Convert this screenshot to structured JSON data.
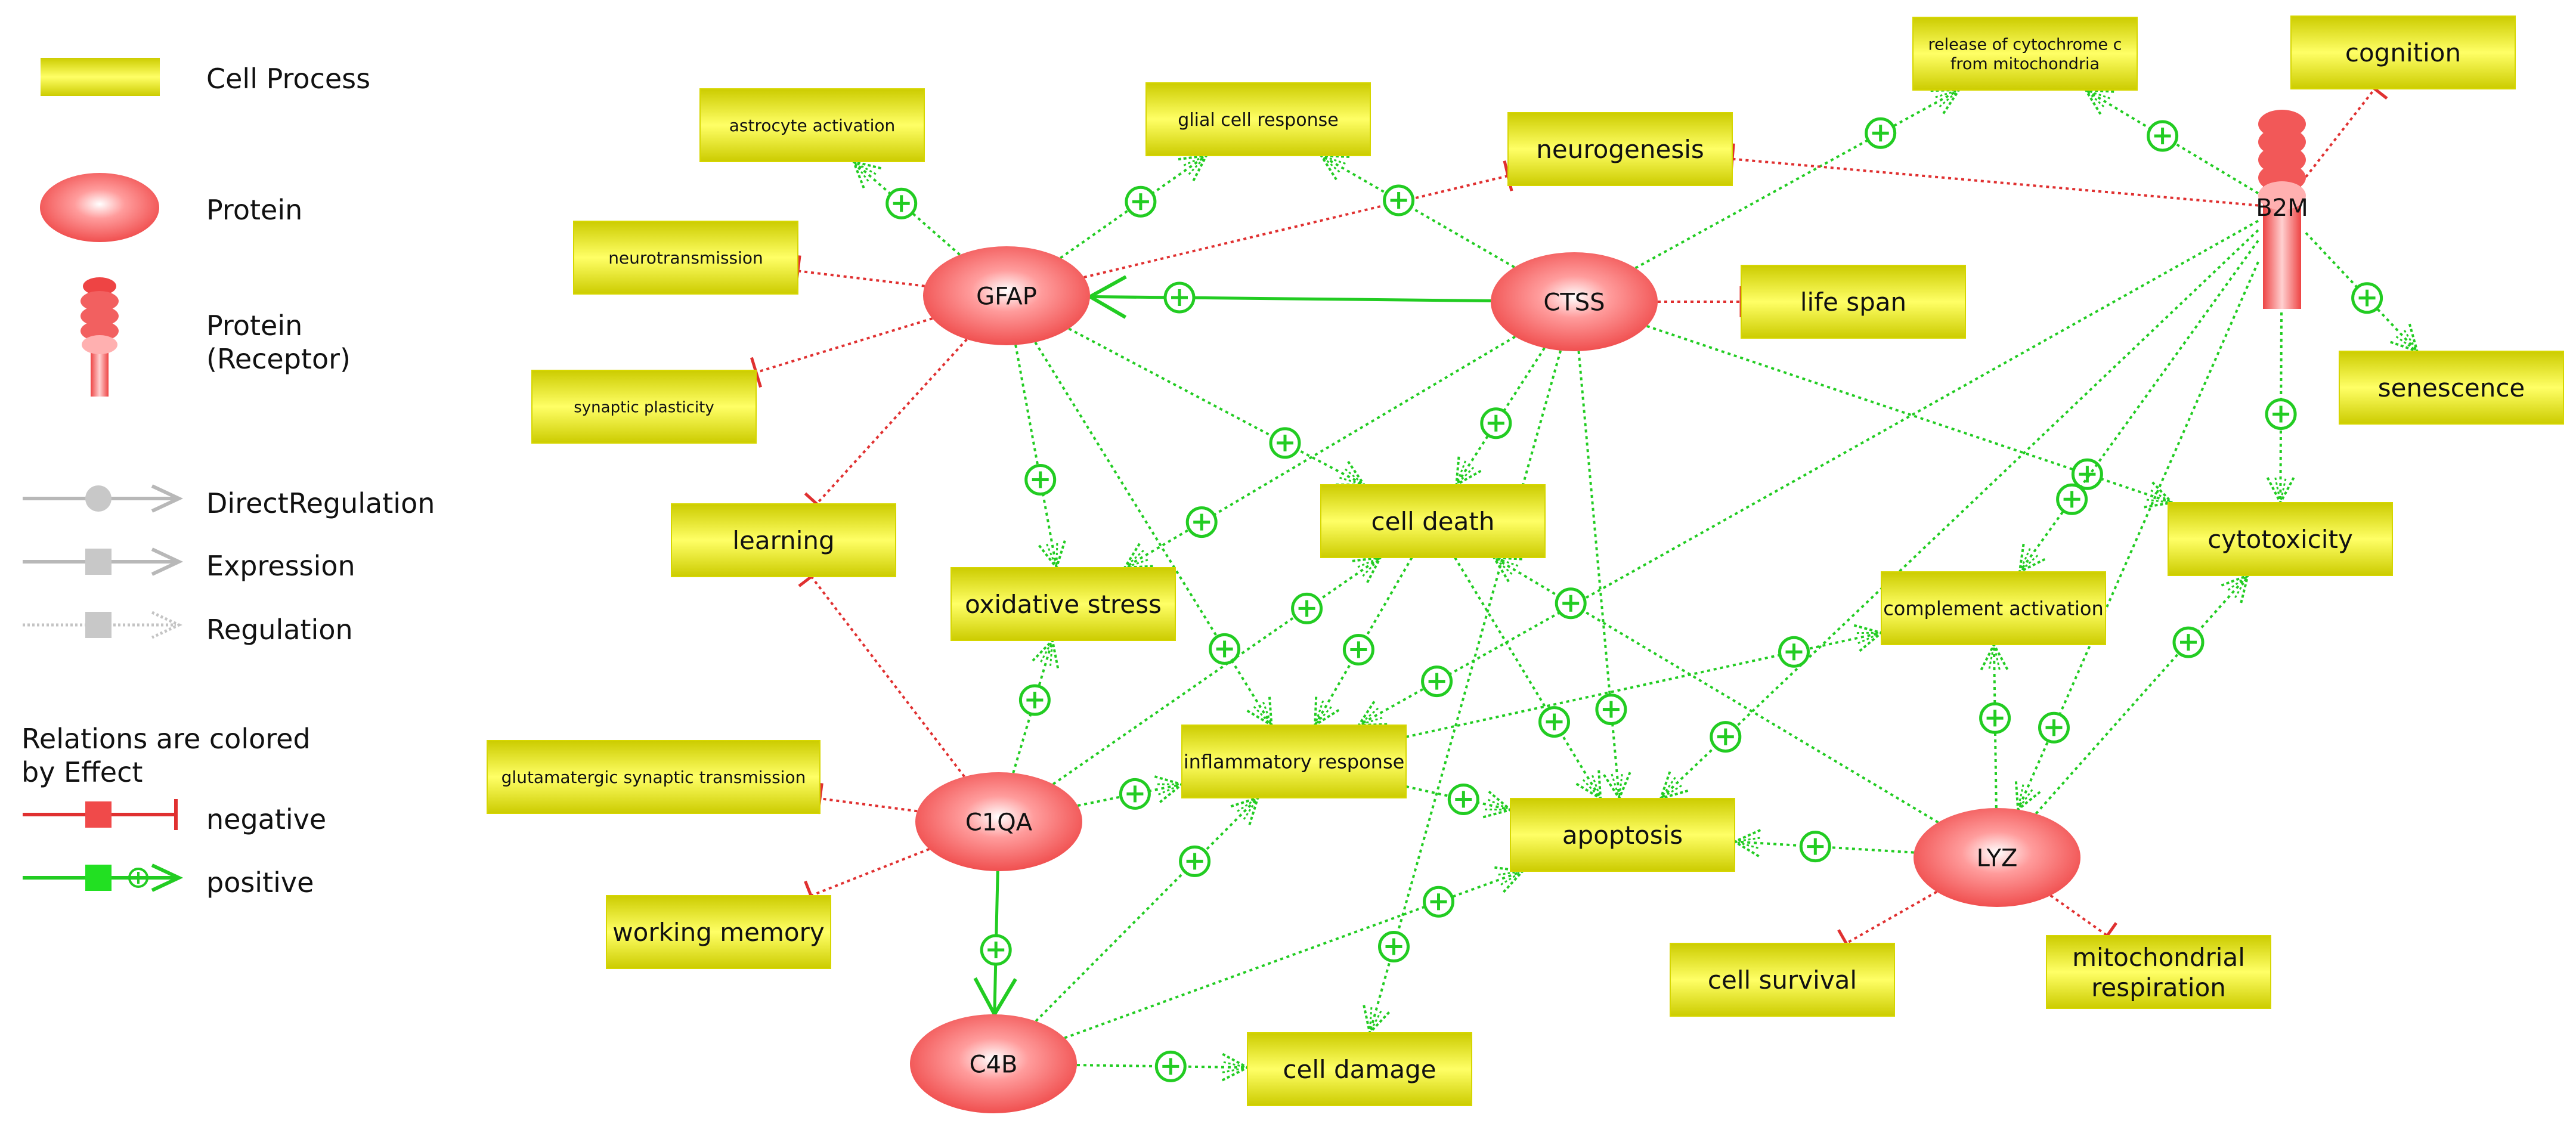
{
  "legend": {
    "cell_process": "Cell Process",
    "protein": "Protein",
    "receptor": [
      "Protein",
      "(Receptor)"
    ],
    "direct_regulation": "DirectRegulation",
    "expression": "Expression",
    "regulation": "Regulation",
    "colored_by": [
      "Relations are colored",
      "by Effect"
    ],
    "negative": "negative",
    "positive": "positive"
  },
  "colors": {
    "positive": "#22cc22",
    "negative": "#e03030",
    "box_fill": "#e6e600",
    "protein_fill": "#f04a4a",
    "legend_gray": "#b8b8b8"
  },
  "nodes": [
    {
      "id": "GFAP",
      "label": "GFAP",
      "kind": "protein"
    },
    {
      "id": "CTSS",
      "label": "CTSS",
      "kind": "protein"
    },
    {
      "id": "C1QA",
      "label": "C1QA",
      "kind": "protein"
    },
    {
      "id": "C4B",
      "label": "C4B",
      "kind": "protein"
    },
    {
      "id": "LYZ",
      "label": "LYZ",
      "kind": "protein"
    },
    {
      "id": "B2M",
      "label": "B2M",
      "kind": "receptor"
    },
    {
      "id": "astro",
      "label": [
        "astrocyte activation"
      ],
      "kind": "process"
    },
    {
      "id": "glial",
      "label": [
        "glial cell response"
      ],
      "kind": "process"
    },
    {
      "id": "neurogenesis",
      "label": [
        "neurogenesis"
      ],
      "kind": "process"
    },
    {
      "id": "release",
      "label": [
        "release of cytochrome c",
        "from mitochondria"
      ],
      "kind": "process"
    },
    {
      "id": "cognition",
      "label": [
        "cognition"
      ],
      "kind": "process"
    },
    {
      "id": "neurotrans",
      "label": [
        "neurotransmission"
      ],
      "kind": "process"
    },
    {
      "id": "lifespan",
      "label": [
        "life span"
      ],
      "kind": "process"
    },
    {
      "id": "synaptic",
      "label": [
        "synaptic plasticity"
      ],
      "kind": "process"
    },
    {
      "id": "senescence",
      "label": [
        "senescence"
      ],
      "kind": "process"
    },
    {
      "id": "learning",
      "label": [
        "learning"
      ],
      "kind": "process"
    },
    {
      "id": "celldeath",
      "label": [
        "cell death"
      ],
      "kind": "process"
    },
    {
      "id": "cytotox",
      "label": [
        "cytotoxicity"
      ],
      "kind": "process"
    },
    {
      "id": "oxstress",
      "label": [
        "oxidative stress"
      ],
      "kind": "process"
    },
    {
      "id": "complement",
      "label": [
        "complement activation"
      ],
      "kind": "process"
    },
    {
      "id": "glutamatergic",
      "label": [
        "glutamatergic synaptic transmission"
      ],
      "kind": "process"
    },
    {
      "id": "inflam",
      "label": [
        "inflammatory response"
      ],
      "kind": "process"
    },
    {
      "id": "apoptosis",
      "label": [
        "apoptosis"
      ],
      "kind": "process"
    },
    {
      "id": "workmem",
      "label": [
        "working memory"
      ],
      "kind": "process"
    },
    {
      "id": "cellsurv",
      "label": [
        "cell survival"
      ],
      "kind": "process"
    },
    {
      "id": "mitoresp",
      "label": [
        "mitochondrial",
        "respiration"
      ],
      "kind": "process"
    },
    {
      "id": "celldamage",
      "label": [
        "cell damage"
      ],
      "kind": "process"
    }
  ],
  "edges": [
    {
      "from": "GFAP",
      "to": "astro",
      "effect": "positive"
    },
    {
      "from": "GFAP",
      "to": "glial",
      "effect": "positive"
    },
    {
      "from": "GFAP",
      "to": "neurogenesis",
      "effect": "negative"
    },
    {
      "from": "GFAP",
      "to": "neurotrans",
      "effect": "negative"
    },
    {
      "from": "GFAP",
      "to": "synaptic",
      "effect": "negative"
    },
    {
      "from": "GFAP",
      "to": "learning",
      "effect": "negative"
    },
    {
      "from": "GFAP",
      "to": "oxstress",
      "effect": "positive"
    },
    {
      "from": "GFAP",
      "to": "celldeath",
      "effect": "positive"
    },
    {
      "from": "GFAP",
      "to": "inflam",
      "effect": "positive"
    },
    {
      "from": "CTSS",
      "to": "GFAP",
      "effect": "positive",
      "type": "direct"
    },
    {
      "from": "CTSS",
      "to": "glial",
      "effect": "positive"
    },
    {
      "from": "CTSS",
      "to": "release",
      "effect": "positive"
    },
    {
      "from": "CTSS",
      "to": "lifespan",
      "effect": "negative"
    },
    {
      "from": "CTSS",
      "to": "celldeath",
      "effect": "positive"
    },
    {
      "from": "CTSS",
      "to": "oxstress",
      "effect": "positive"
    },
    {
      "from": "CTSS",
      "to": "cytotox",
      "effect": "positive"
    },
    {
      "from": "CTSS",
      "to": "apoptosis",
      "effect": "positive"
    },
    {
      "from": "CTSS",
      "to": "celldamage",
      "effect": "positive"
    },
    {
      "from": "B2M",
      "to": "release",
      "effect": "positive"
    },
    {
      "from": "B2M",
      "to": "cognition",
      "effect": "negative"
    },
    {
      "from": "B2M",
      "to": "neurogenesis",
      "effect": "negative"
    },
    {
      "from": "B2M",
      "to": "senescence",
      "effect": "positive"
    },
    {
      "from": "B2M",
      "to": "cytotox",
      "effect": "positive"
    },
    {
      "from": "B2M",
      "to": "complement",
      "effect": "positive"
    },
    {
      "from": "B2M",
      "to": "inflam",
      "effect": "positive"
    },
    {
      "from": "B2M",
      "to": "apoptosis",
      "effect": "positive"
    },
    {
      "from": "B2M",
      "to": "LYZ",
      "effect": "positive"
    },
    {
      "from": "C1QA",
      "to": "oxstress",
      "effect": "positive"
    },
    {
      "from": "C1QA",
      "to": "learning",
      "effect": "negative"
    },
    {
      "from": "C1QA",
      "to": "glutamatergic",
      "effect": "negative"
    },
    {
      "from": "C1QA",
      "to": "workmem",
      "effect": "negative"
    },
    {
      "from": "C1QA",
      "to": "inflam",
      "effect": "positive"
    },
    {
      "from": "C1QA",
      "to": "celldeath",
      "effect": "positive"
    },
    {
      "from": "C1QA",
      "to": "C4B",
      "effect": "positive",
      "type": "direct"
    },
    {
      "from": "C4B",
      "to": "inflam",
      "effect": "positive"
    },
    {
      "from": "C4B",
      "to": "apoptosis",
      "effect": "positive"
    },
    {
      "from": "C4B",
      "to": "celldamage",
      "effect": "positive"
    },
    {
      "from": "inflam",
      "to": "apoptosis",
      "effect": "positive"
    },
    {
      "from": "inflam",
      "to": "complement",
      "effect": "positive"
    },
    {
      "from": "celldeath",
      "to": "inflam",
      "effect": "positive"
    },
    {
      "from": "celldeath",
      "to": "apoptosis",
      "effect": "positive"
    },
    {
      "from": "LYZ",
      "to": "apoptosis",
      "effect": "positive"
    },
    {
      "from": "LYZ",
      "to": "complement",
      "effect": "positive"
    },
    {
      "from": "LYZ",
      "to": "cytotox",
      "effect": "positive"
    },
    {
      "from": "LYZ",
      "to": "celldeath",
      "effect": "positive"
    },
    {
      "from": "LYZ",
      "to": "cellsurv",
      "effect": "negative"
    },
    {
      "from": "LYZ",
      "to": "mitoresp",
      "effect": "negative"
    }
  ]
}
